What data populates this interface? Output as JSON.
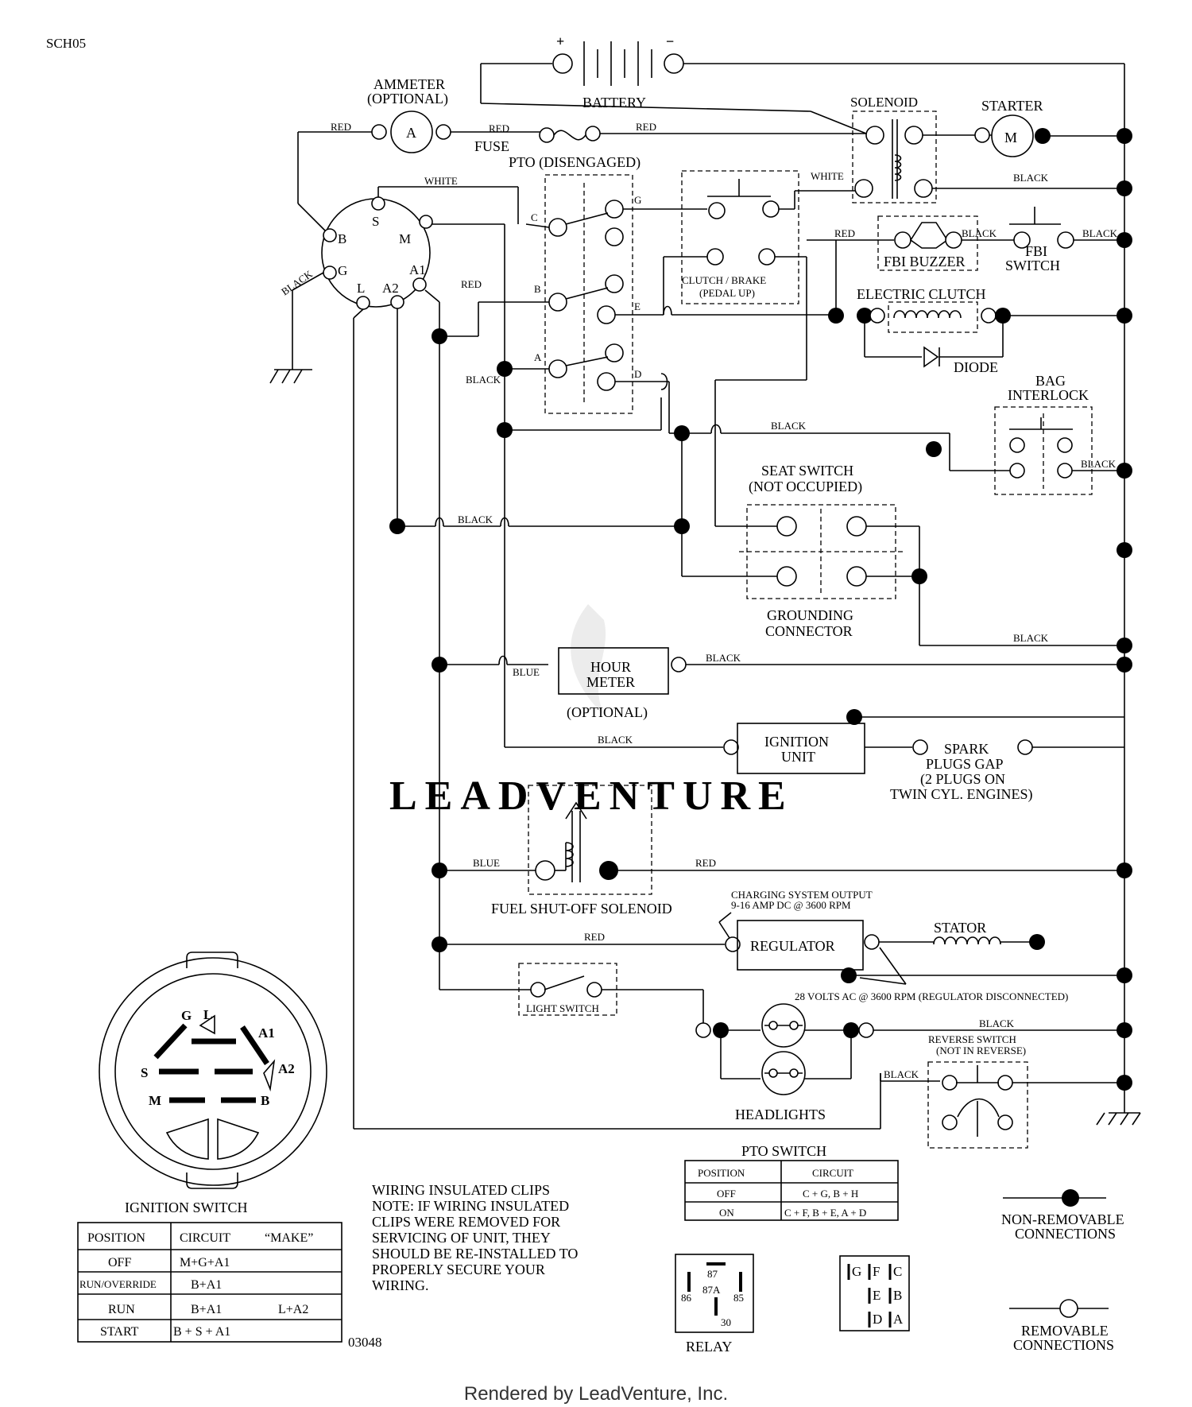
{
  "page": {
    "code": "SCH05",
    "drawing_number": "03048",
    "watermark": "LEADVENTURE",
    "footer": "Rendered by LeadVenture, Inc."
  },
  "components": {
    "battery": "BATTERY",
    "battery_plus": "+",
    "battery_minus": "−",
    "ammeter_l1": "AMMETER",
    "ammeter_l2": "(OPTIONAL)",
    "ammeter_symbol": "A",
    "fuse": "FUSE",
    "solenoid": "SOLENOID",
    "starter": "STARTER",
    "starter_symbol": "M",
    "pto": "PTO (DISENGAGED)",
    "clutch_brake_l1": "CLUTCH / BRAKE",
    "clutch_brake_l2": "(PEDAL UP)",
    "fbi_buzzer": "FBI BUZZER",
    "fbi_switch_l1": "FBI",
    "fbi_switch_l2": "SWITCH",
    "electric_clutch": "ELECTRIC CLUTCH",
    "diode": "DIODE",
    "bag_interlock_l1": "BAG",
    "bag_interlock_l2": "INTERLOCK",
    "seat_switch_l1": "SEAT SWITCH",
    "seat_switch_l2": "(NOT OCCUPIED)",
    "grounding_l1": "GROUNDING",
    "grounding_l2": "CONNECTOR",
    "hour_meter_l1": "HOUR",
    "hour_meter_l2": "METER",
    "hour_meter_opt": "(OPTIONAL)",
    "ignition_unit_l1": "IGNITION",
    "ignition_unit_l2": "UNIT",
    "spark_l1": "SPARK",
    "spark_l2": "PLUGS GAP",
    "spark_l3": "(2 PLUGS ON",
    "spark_l4": "TWIN CYL. ENGINES)",
    "fuel_solenoid": "FUEL SHUT-OFF SOLENOID",
    "charging_l1": "CHARGING SYSTEM OUTPUT",
    "charging_l2": "9-16 AMP DC @ 3600 RPM",
    "regulator": "REGULATOR",
    "stator": "STATOR",
    "ac_note": "28 VOLTS AC @ 3600 RPM (REGULATOR DISCONNECTED)",
    "light_switch": "LIGHT SWITCH",
    "headlights": "HEADLIGHTS",
    "reverse_l1": "REVERSE SWITCH",
    "reverse_l2": "(NOT IN REVERSE)",
    "ignition_switch": "IGNITION SWITCH",
    "relay": "RELAY"
  },
  "wires": {
    "red": "RED",
    "white": "WHITE",
    "black": "BLACK",
    "blue": "BLUE"
  },
  "terminals": {
    "s": "S",
    "b": "B",
    "m": "M",
    "g": "G",
    "l": "L",
    "a1": "A1",
    "a2": "A2",
    "pto_c": "C",
    "pto_g": "G",
    "pto_b": "B",
    "pto_e": "E",
    "pto_a": "A",
    "pto_d": "D"
  },
  "ignition_plug": {
    "g": "G",
    "l": "L",
    "a1": "A1",
    "a2": "A2",
    "s": "S",
    "m": "M",
    "b": "B"
  },
  "relay_pins": {
    "p87": "87",
    "p87a": "87A",
    "p86": "86",
    "p85": "85",
    "p30": "30"
  },
  "pto_plug": {
    "g": "G",
    "f": "F",
    "c": "C",
    "e": "E",
    "b": "B",
    "d": "D",
    "a": "A"
  },
  "ignition_table": {
    "headers": [
      "POSITION",
      "CIRCUIT",
      "“MAKE”"
    ],
    "rows": [
      {
        "position": "OFF",
        "circuit": "M+G+A1",
        "extra": ""
      },
      {
        "position": "RUN/OVERRIDE",
        "circuit": "B+A1",
        "extra": ""
      },
      {
        "position": "RUN",
        "circuit": "B+A1",
        "extra": "L+A2"
      },
      {
        "position": "START",
        "circuit": "B + S + A1",
        "extra": ""
      }
    ]
  },
  "pto_table": {
    "title": "PTO SWITCH",
    "headers": [
      "POSITION",
      "CIRCUIT"
    ],
    "rows": [
      {
        "position": "OFF",
        "circuit": "C + G, B + H"
      },
      {
        "position": "ON",
        "circuit": "C + F, B + E, A + D"
      }
    ]
  },
  "note": {
    "l1": "WIRING INSULATED CLIPS",
    "l2": "NOTE:  IF WIRING INSULATED",
    "l3": "CLIPS WERE REMOVED FOR",
    "l4": "SERVICING OF UNIT, THEY",
    "l5": "SHOULD BE RE-INSTALLED TO",
    "l6": "PROPERLY SECURE YOUR",
    "l7": "WIRING."
  },
  "legend": {
    "non_removable_l1": "NON-REMOVABLE",
    "non_removable_l2": "CONNECTIONS",
    "removable_l1": "REMOVABLE",
    "removable_l2": "CONNECTIONS"
  }
}
